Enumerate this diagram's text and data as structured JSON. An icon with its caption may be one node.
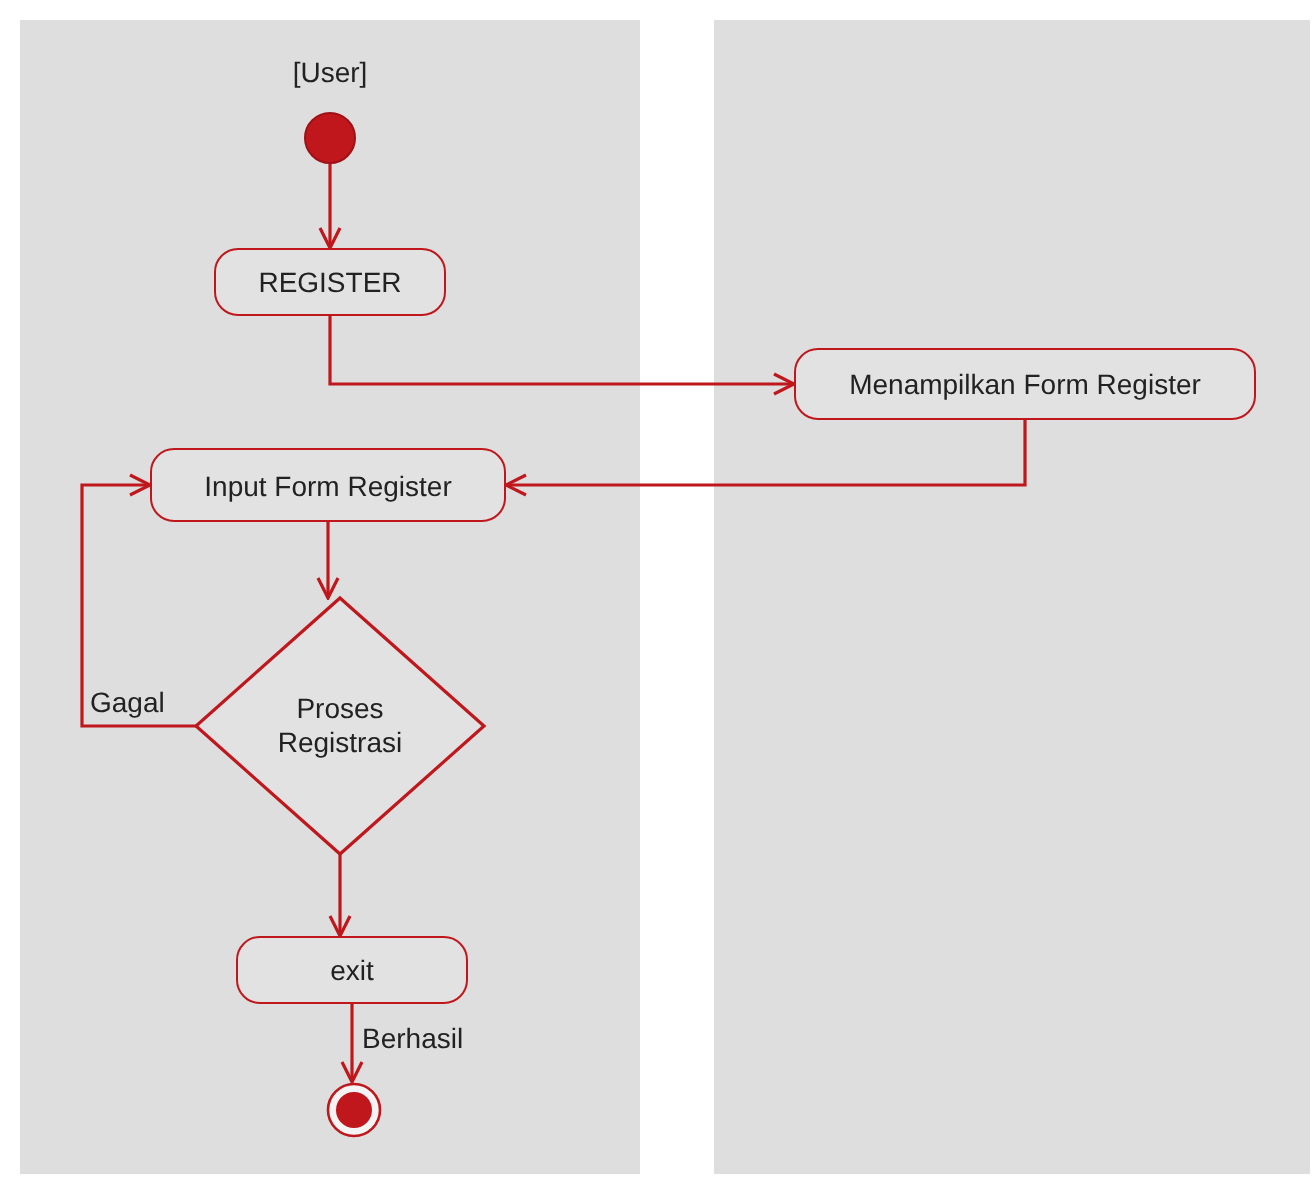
{
  "diagram": {
    "nodes": [
      {
        "text": [
          "[User]"
        ]
      },
      {
        "text": [],
        "shape": "box"
      },
      {
        "text": [],
        "shape": "circle",
        "in": 0
      },
      {
        "text": [
          "REGISTER"
        ],
        "in": 0
      },
      {
        "text": [
          "Menampilkan Form Register"
        ],
        "in": 1
      },
      {
        "text": [
          "Input Form Register"
        ],
        "in": 0
      },
      {
        "text": [
          "Proses Registrasi"
        ],
        "in": 0
      },
      {
        "text": [
          "exit"
        ],
        "in": 0
      },
      {
        "text": [],
        "shape": "circle",
        "in": 0
      }
    ],
    "edges": [
      {
        "from": 2,
        "to": 3,
        "arrow": "to"
      },
      {
        "from": 3,
        "to": 4,
        "arrow": "to"
      },
      {
        "from": 4,
        "to": 5,
        "arrow": "to"
      },
      {
        "from": 5,
        "to": 6,
        "arrow": "to"
      },
      {
        "from": 6,
        "to": 5,
        "arrow": "to",
        "label": "Gagal"
      },
      {
        "from": 6,
        "to": 7,
        "arrow": "to"
      },
      {
        "from": 7,
        "to": 8,
        "arrow": "to",
        "label": "Berhasil"
      }
    ]
  }
}
